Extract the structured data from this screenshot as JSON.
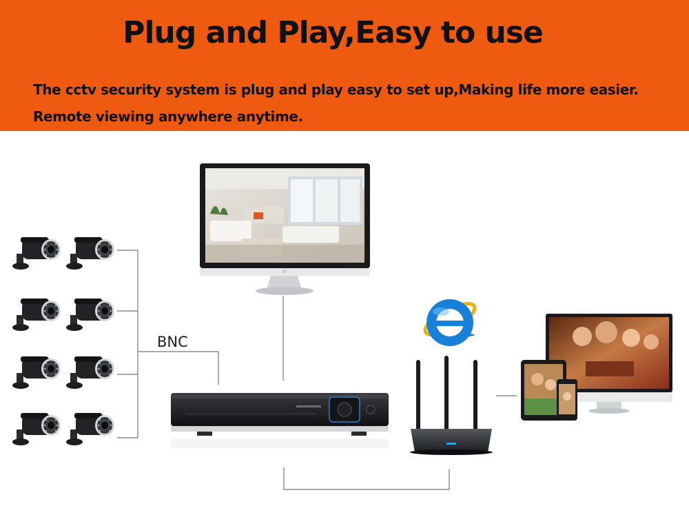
{
  "header": {
    "title": "Plug and Play,Easy to use",
    "line1": "The cctv security system is plug and play easy to set up,Making life more easier.",
    "line2": "Remote viewing anywhere anytime."
  },
  "diagram": {
    "bnc_label": "BNC",
    "cameras": [
      {
        "name": "camera-1"
      },
      {
        "name": "camera-2"
      },
      {
        "name": "camera-3"
      },
      {
        "name": "camera-4"
      },
      {
        "name": "camera-5"
      },
      {
        "name": "camera-6"
      },
      {
        "name": "camera-7"
      },
      {
        "name": "camera-8"
      }
    ],
    "devices": [
      "monitor",
      "dvr-recorder",
      "router",
      "internet-explorer-icon",
      "mobile-devices"
    ]
  },
  "colors": {
    "banner": "#ee5a10",
    "text": "#111111",
    "line": "#8a8a8a",
    "device_dark": "#1c1c1e",
    "ie_blue": "#1a7fd6"
  }
}
